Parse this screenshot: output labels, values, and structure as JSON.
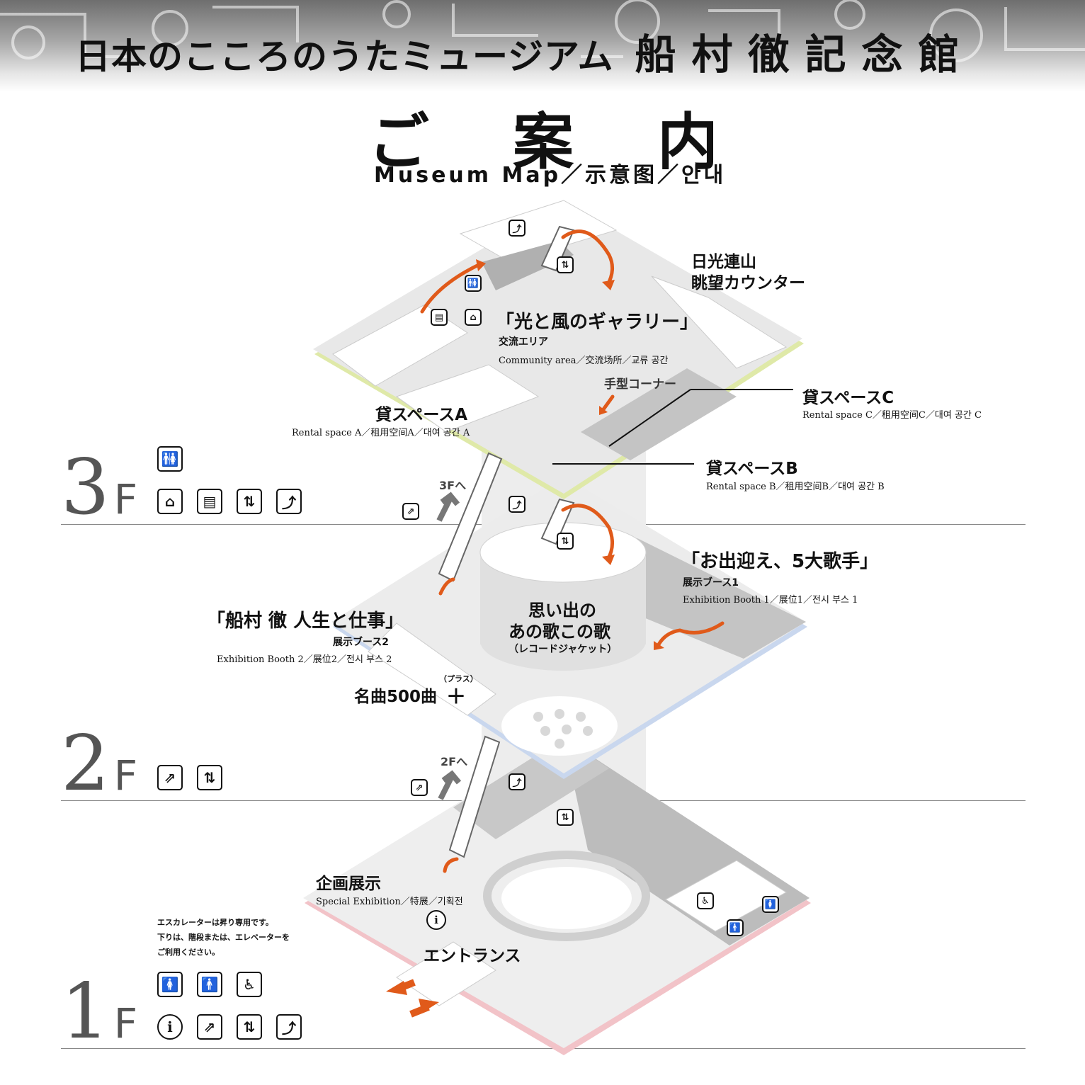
{
  "header": {
    "title": "日本のこころのうたミュージアム",
    "title_kanji": "船村徹記念館",
    "guide": "ご案内",
    "subtitle": "Museum Map／示意图／안내"
  },
  "floors": {
    "f3": {
      "number": "3",
      "unit": "F"
    },
    "f2": {
      "number": "2",
      "unit": "F"
    },
    "f1": {
      "number": "1",
      "unit": "F"
    }
  },
  "floor3": {
    "nikko": {
      "line1": "日光連山",
      "line2": "眺望カウンター"
    },
    "gallery": {
      "title": "「光と風のギャラリー」",
      "area": "交流エリア",
      "en": "Community area／交流场所／교류 공간"
    },
    "handprint": "手型コーナー",
    "rental_a": {
      "title": "貸スペースA",
      "en": "Rental space A／租用空间A／대여 공간 A"
    },
    "rental_b": {
      "title": "貸スペースB",
      "en": "Rental space B／租用空间B／대여 공간 B"
    },
    "rental_c": {
      "title": "貸スペースC",
      "en": "Rental space C／租用空间C／대여 공간 C"
    },
    "to_floor": "3Fへ"
  },
  "floor2": {
    "booth1": {
      "title": "「お出迎え、5大歌手」",
      "area": "展示ブース1",
      "en": "Exhibition Booth 1／展位1／전시 부스 1"
    },
    "booth2": {
      "title": "「船村 徹 人生と仕事」",
      "area": "展示ブース2",
      "en": "Exhibition Booth 2／展位2／전시 부스 2"
    },
    "memory": {
      "line1": "思い出の",
      "line2": "あの歌この歌",
      "line3": "（レコードジャケット）"
    },
    "songs": {
      "title": "名曲500曲",
      "plus": "＋",
      "ruby": "（プラス）"
    },
    "to_floor": "2Fへ"
  },
  "floor1": {
    "special": {
      "title": "企画展示",
      "en": "Special Exhibition／特展／기획전"
    },
    "entrance": "エントランス",
    "note": {
      "line1": "エスカレーターは昇り専用です。",
      "line2": "下りは、階段または、エレベーターを",
      "line3": "ご利用ください。"
    }
  },
  "icons": {
    "restroom": "🚻",
    "women": "🚺",
    "men": "🚹",
    "accessible": "♿",
    "info": "ℹ",
    "escalator": "⇗",
    "elevator": "⇅",
    "stairs": "⤴",
    "diaper": "⌂",
    "locker": "▤"
  },
  "colors": {
    "arrow": "#e05a1a",
    "floor3_edge": "#dfe9a8",
    "floor2_edge": "#c9d7ee",
    "floor1_edge": "#f2c3c8",
    "women": "#e0408f",
    "men": "#1a5fb0"
  }
}
